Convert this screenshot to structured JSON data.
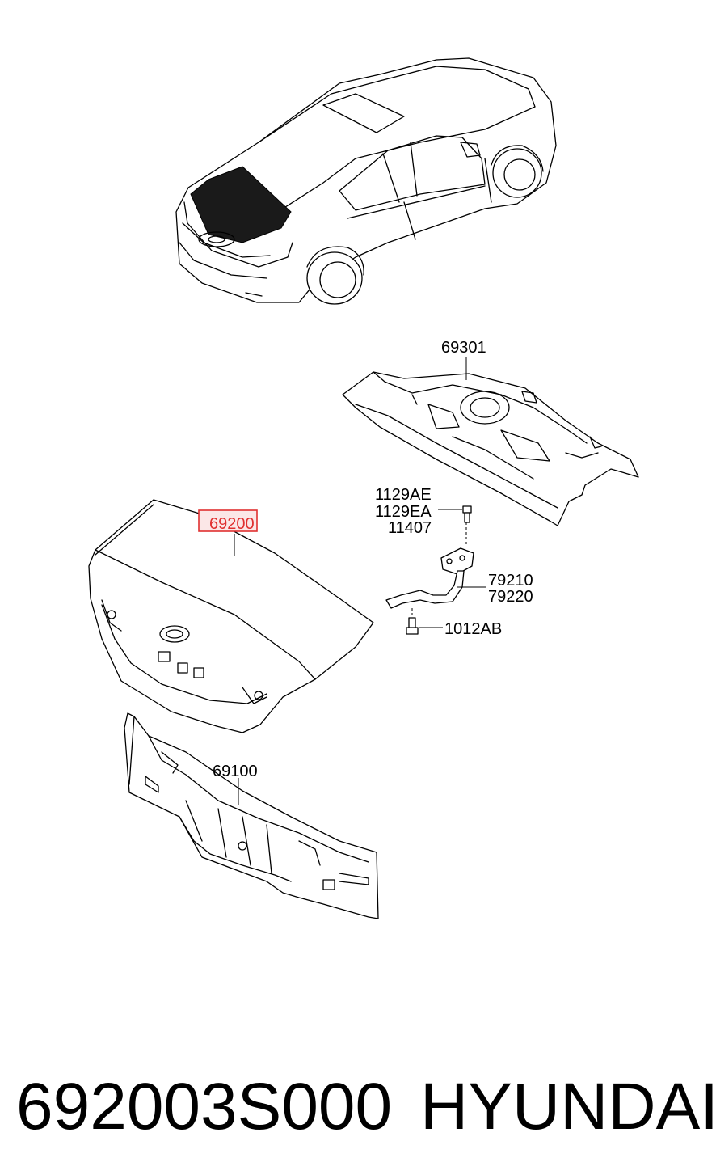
{
  "callouts": {
    "rear_panel_upper": "69301",
    "trunk_lid": "69200",
    "bolt_1": "1129AE",
    "bolt_2": "1129EA",
    "bolt_3": "11407",
    "hinge_1": "79210",
    "hinge_2": "79220",
    "hinge_bolt": "1012AB",
    "back_panel": "69100"
  },
  "footer": {
    "part_number": "692003S000",
    "brand": "HYUNDAI"
  },
  "colors": {
    "line": "#000000",
    "highlight": "#e03030",
    "highlight_fill": "#fbe7e7"
  }
}
